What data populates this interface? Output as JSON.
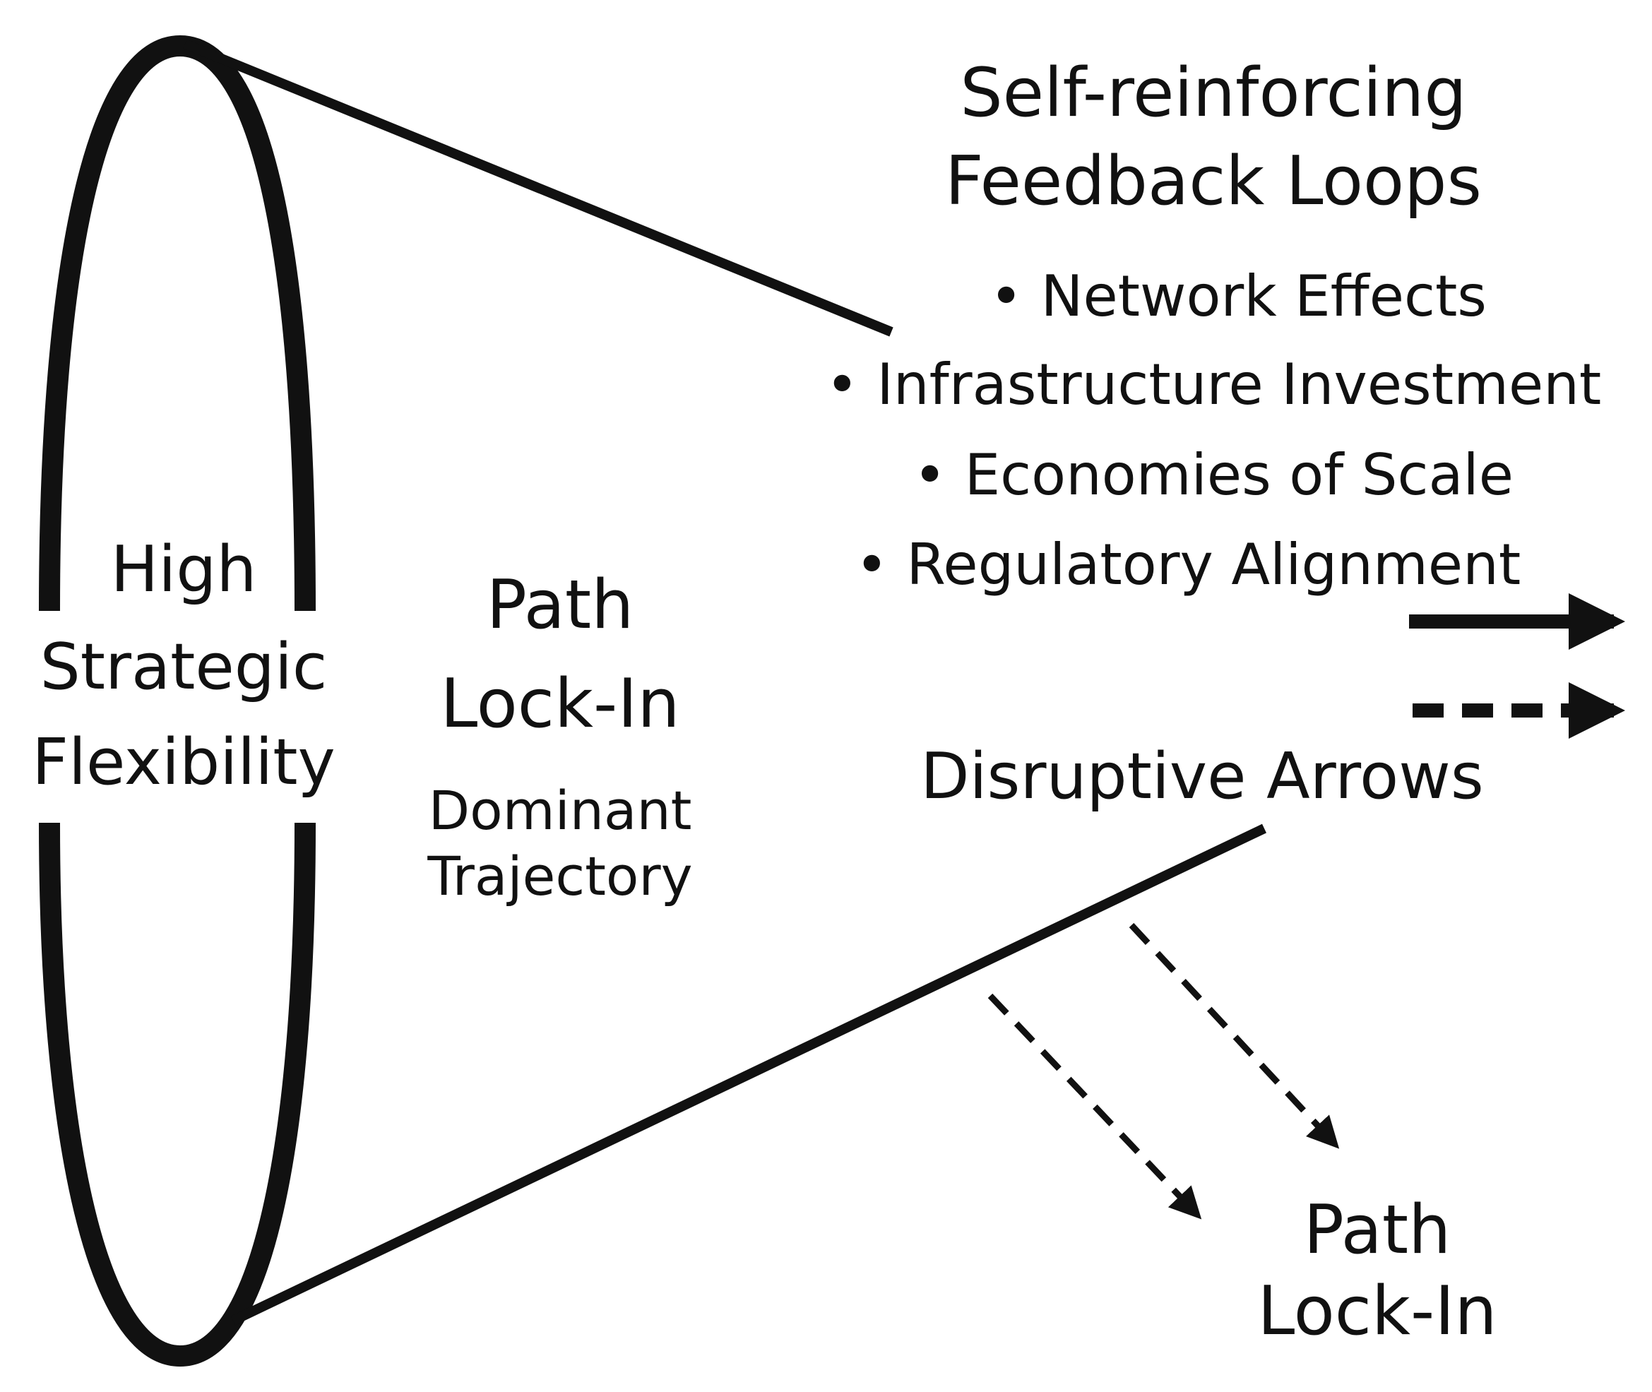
{
  "flexibility": {
    "line1": "High",
    "line2": "Strategic",
    "line3": "Flexibility"
  },
  "lock_in_center": {
    "line1": "Path",
    "line2": "Lock-In",
    "sub1": "Dominant",
    "sub2": "Trajectory"
  },
  "feedback": {
    "title_line1": "Self-reinforcing",
    "title_line2": "Feedback Loops",
    "items": [
      "• Network Effects",
      "• Infrastructure Investment",
      "• Economies of Scale",
      "• Regulatory Alignment"
    ]
  },
  "disruptive": {
    "label": "Disruptive Arrows"
  },
  "lock_in_bottom": {
    "line1": "Path",
    "line2": "Lock-In"
  },
  "colors": {
    "ink": "#111111",
    "background": "#ffffff"
  }
}
